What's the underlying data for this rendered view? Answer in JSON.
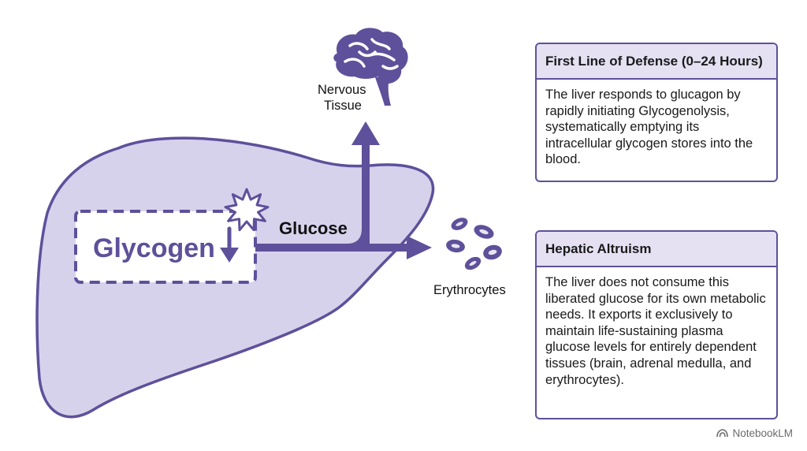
{
  "diagram": {
    "store_label": "Glycogen",
    "flow_label": "Glucose",
    "target_top_label": [
      "Nervous",
      "Tissue"
    ],
    "target_right_label": "Erythrocytes"
  },
  "cards": {
    "defense": {
      "title": "First Line of Defense (0–24 Hours)",
      "body": "The liver responds to glucagon by rapidly initiating Glycogenolysis, systematically emptying its intracellular glycogen stores into the blood."
    },
    "altruism": {
      "title": "Hepatic Altruism",
      "body": "The liver does not consume this liberated glucose for its own metabolic needs. It exports it exclusively to maintain life-sustaining plasma glucose levels for entirely dependent tissues (brain, adrenal medulla, and erythrocytes)."
    }
  },
  "watermark": {
    "label": "NotebookLM",
    "icon": "notebooklm-logo-icon"
  },
  "colors": {
    "accent": "#5e509a",
    "liver_fill": "#d7d2ec",
    "card_header": "#e5e1f3"
  }
}
